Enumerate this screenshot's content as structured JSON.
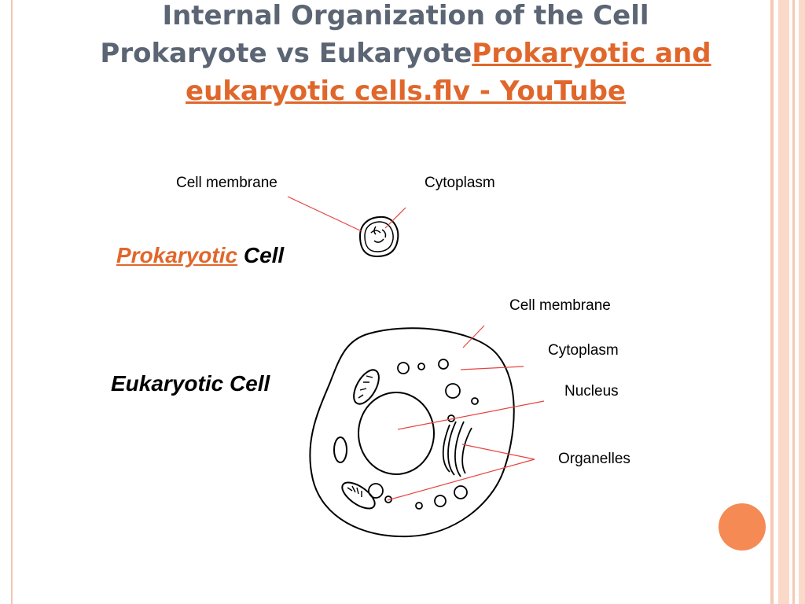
{
  "title": {
    "line1": "Internal Organization of the Cell",
    "line2_prefix": "Prokaryote vs Eukaryote",
    "link_text": "Prokaryotic and eukaryotic cells.flv - YouTube"
  },
  "prokaryote": {
    "label_link": "Prokaryotic",
    "label_rest": "Cell",
    "callouts": {
      "membrane": "Cell membrane",
      "cytoplasm": "Cytoplasm"
    }
  },
  "eukaryote": {
    "label": "Eukaryotic Cell",
    "callouts": {
      "membrane": "Cell membrane",
      "cytoplasm": "Cytoplasm",
      "nucleus": "Nucleus",
      "organelles": "Organelles"
    }
  },
  "colors": {
    "accent": "#e0672b",
    "title_gray": "#5b6573",
    "leader_line": "#e8433f",
    "dot": "#f58a55",
    "stripe": "#f7c9b4"
  }
}
